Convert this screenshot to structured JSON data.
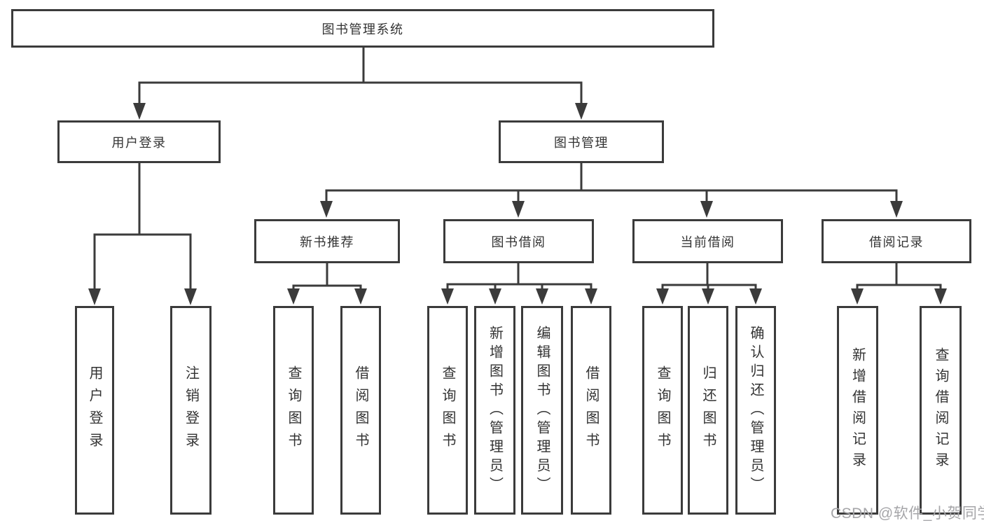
{
  "diagram_title": "图书管理系统",
  "colors": {
    "line": "#3b3b3b",
    "box_border": "#3b3b3b",
    "text": "#333333",
    "background": "#ffffff",
    "watermark": "#a5a5a8"
  },
  "nodes": {
    "root": {
      "label": "图书管理系统"
    },
    "user_login_group": {
      "label": "用户登录"
    },
    "book_management": {
      "label": "图书管理"
    },
    "user_login": {
      "label": "用户登录"
    },
    "logout": {
      "label": "注销登录"
    },
    "new_book_recommend": {
      "label": "新书推荐"
    },
    "book_borrow": {
      "label": "图书借阅"
    },
    "current_borrow": {
      "label": "当前借阅"
    },
    "borrow_records": {
      "label": "借阅记录"
    },
    "nb_query_books": {
      "label": "查询图书"
    },
    "nb_borrow_books": {
      "label": "借阅图书"
    },
    "bb_query_books": {
      "label": "查询图书"
    },
    "bb_add_books": {
      "label": "新增图书（管理员）"
    },
    "bb_edit_books": {
      "label": "编辑图书（管理员）"
    },
    "bb_borrow_books": {
      "label": "借阅图书"
    },
    "cb_query_books": {
      "label": "查询图书"
    },
    "cb_return_books": {
      "label": "归还图书"
    },
    "cb_confirm_return": {
      "label": "确认归还（管理员）"
    },
    "br_add_record": {
      "label": "新增借阅记录"
    },
    "br_query_record": {
      "label": "查询借阅记录"
    }
  },
  "hierarchy": {
    "root": [
      "user_login_group",
      "book_management"
    ],
    "user_login_group": [
      "user_login",
      "logout"
    ],
    "book_management": [
      "new_book_recommend",
      "book_borrow",
      "current_borrow",
      "borrow_records"
    ],
    "new_book_recommend": [
      "nb_query_books",
      "nb_borrow_books"
    ],
    "book_borrow": [
      "bb_query_books",
      "bb_add_books",
      "bb_edit_books",
      "bb_borrow_books"
    ],
    "current_borrow": [
      "cb_query_books",
      "cb_return_books",
      "cb_confirm_return"
    ],
    "borrow_records": [
      "br_add_record",
      "br_query_record"
    ]
  },
  "watermark": {
    "text": "CSDN @软件_小贺同学"
  }
}
